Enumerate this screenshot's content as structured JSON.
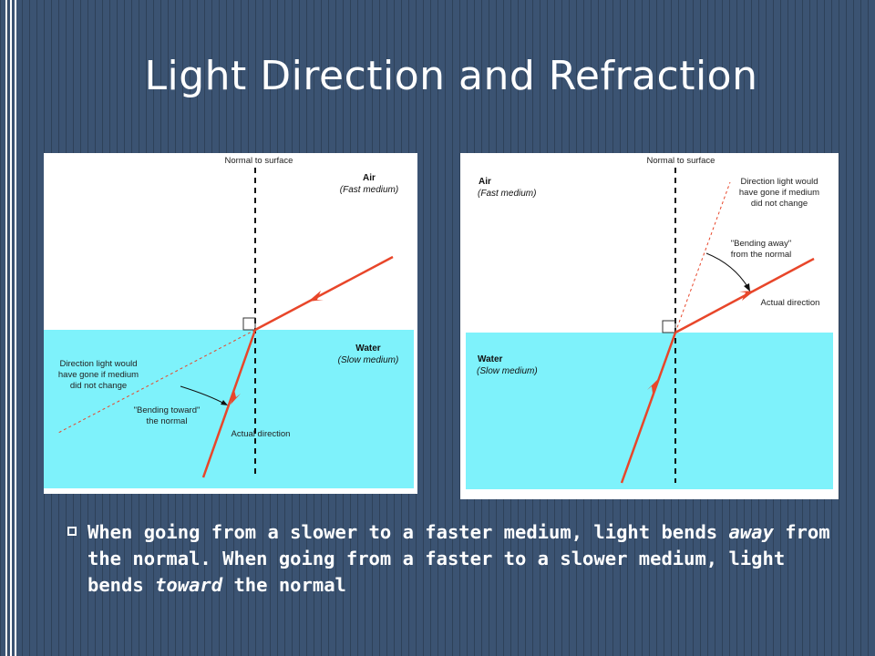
{
  "slide": {
    "title": "Light Direction and Refraction",
    "bullet": {
      "seg1": "When going from a slower to a faster medium, light bends ",
      "em1": "away",
      "seg2": " from the normal. When going from a faster to a slower medium, light bends ",
      "em2": "toward",
      "seg3": " the normal"
    }
  },
  "diagram_left": {
    "normal_label": "Normal to surface",
    "air_label": "Air",
    "air_sub": "(Fast medium)",
    "water_label": "Water",
    "water_sub": "(Slow medium)",
    "direction_label": [
      "Direction light would",
      "have gone if medium",
      "did not change"
    ],
    "bending_label": [
      "\"Bending toward\"",
      "the normal"
    ],
    "actual_label": "Actual direction"
  },
  "diagram_right": {
    "normal_label": "Normal to surface",
    "air_label": "Air",
    "air_sub": "(Fast medium)",
    "water_label": "Water",
    "water_sub": "(Slow medium)",
    "direction_label": [
      "Direction light would",
      "have gone if medium",
      "did not change"
    ],
    "bending_label": [
      "\"Bending away\"",
      "from the normal"
    ],
    "actual_label": "Actual direction"
  },
  "colors": {
    "background": "#3b5372",
    "water": "#7ef2fb",
    "ray": "#e8462a",
    "text": "#ffffff"
  }
}
